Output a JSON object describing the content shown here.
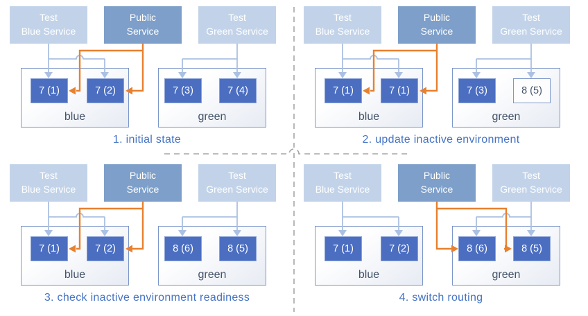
{
  "colors": {
    "pod_solid": "#4b6ec1",
    "service_light": "#c2d3e9",
    "service_public": "#7d9fc9",
    "public_route_orange": "#e8802e",
    "test_route_blue": "#abc0e2",
    "caption_text": "#4573c4",
    "env_label_text": "#44546a",
    "separator_gray": "#a6a6a6"
  },
  "quadrants": [
    {
      "caption": "1. initial state",
      "public_route": "blue",
      "services": {
        "test_blue": {
          "line1": "Test",
          "line2": "Blue Service"
        },
        "public": {
          "line1": "Public",
          "line2": "Service"
        },
        "test_green": {
          "line1": "Test",
          "line2": "Green Service"
        }
      },
      "blue_env": {
        "label": "blue",
        "pods": [
          {
            "label": "7 (1)",
            "style": "solid"
          },
          {
            "label": "7 (2)",
            "style": "solid"
          }
        ]
      },
      "green_env": {
        "label": "green",
        "pods": [
          {
            "label": "7 (3)",
            "style": "solid"
          },
          {
            "label": "7 (4)",
            "style": "solid"
          }
        ]
      }
    },
    {
      "caption": "2. update inactive environment",
      "public_route": "blue",
      "services": {
        "test_blue": {
          "line1": "Test",
          "line2": "Blue Service"
        },
        "public": {
          "line1": "Public",
          "line2": "Service"
        },
        "test_green": {
          "line1": "Test",
          "line2": "Green Service"
        }
      },
      "blue_env": {
        "label": "blue",
        "pods": [
          {
            "label": "7 (1)",
            "style": "solid"
          },
          {
            "label": "7 (1)",
            "style": "solid"
          }
        ]
      },
      "green_env": {
        "label": "green",
        "pods": [
          {
            "label": "7 (3)",
            "style": "solid"
          },
          {
            "label": "8 (5)",
            "style": "outline"
          }
        ]
      }
    },
    {
      "caption": "3. check inactive environment readiness",
      "public_route": "blue",
      "services": {
        "test_blue": {
          "line1": "Test",
          "line2": "Blue Service"
        },
        "public": {
          "line1": "Public",
          "line2": "Service"
        },
        "test_green": {
          "line1": "Test",
          "line2": "Green Service"
        }
      },
      "blue_env": {
        "label": "blue",
        "pods": [
          {
            "label": "7 (1)",
            "style": "solid"
          },
          {
            "label": "7 (2)",
            "style": "solid"
          }
        ]
      },
      "green_env": {
        "label": "green",
        "pods": [
          {
            "label": "8 (6)",
            "style": "solid"
          },
          {
            "label": "8 (5)",
            "style": "solid"
          }
        ]
      }
    },
    {
      "caption": "4. switch routing",
      "public_route": "green",
      "services": {
        "test_blue": {
          "line1": "Test",
          "line2": "Blue Service"
        },
        "public": {
          "line1": "Public",
          "line2": "Service"
        },
        "test_green": {
          "line1": "Test",
          "line2": "Green Service"
        }
      },
      "blue_env": {
        "label": "blue",
        "pods": [
          {
            "label": "7 (1)",
            "style": "solid"
          },
          {
            "label": "7 (2)",
            "style": "solid"
          }
        ]
      },
      "green_env": {
        "label": "green",
        "pods": [
          {
            "label": "8 (6)",
            "style": "solid"
          },
          {
            "label": "8 (5)",
            "style": "solid"
          }
        ]
      }
    }
  ]
}
